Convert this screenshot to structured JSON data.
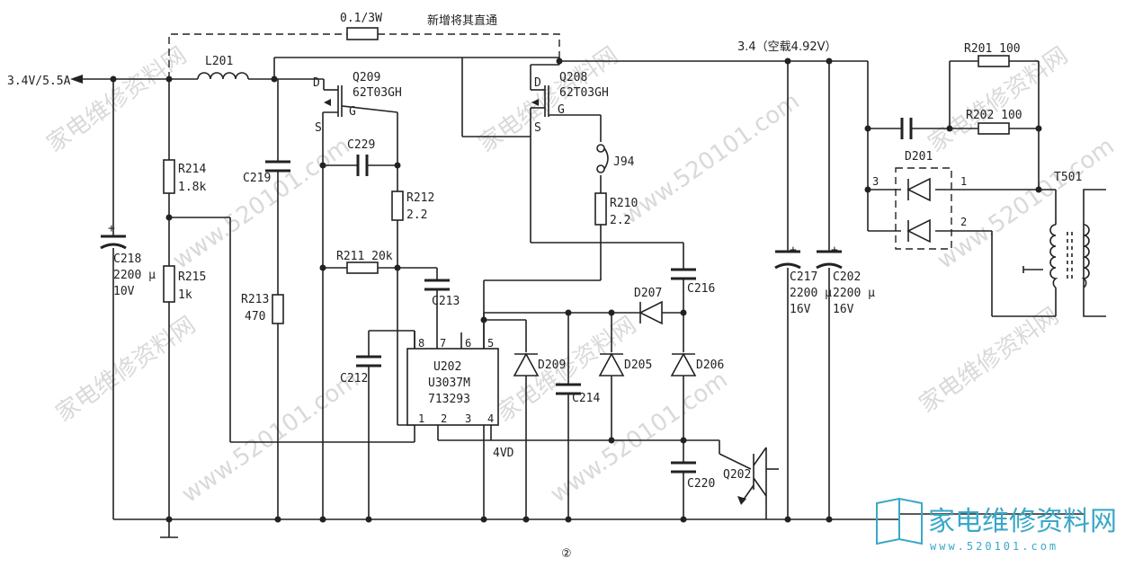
{
  "diagram": {
    "watermark_text": "www.520101.com",
    "watermark_text_cn": "家电维修资料网",
    "brand_name": "家电维修资料网",
    "brand_url": "www.520101.com",
    "figure_number": "②",
    "output_label": "3.4V/5.5A",
    "bypass_resistor": "0.1/3W",
    "bypass_note": "新增将其直通",
    "rail_label": "3.4（空载4.92V）",
    "vd_label": "4VD",
    "components": {
      "L201": "L201",
      "Q209": "Q209",
      "Q209_part": "62T03GH",
      "Q208": "Q208",
      "Q208_part": "62T03GH",
      "D": "D",
      "S": "S",
      "G": "G",
      "R214": "R214",
      "R214_val": "1.8k",
      "R215": "R215",
      "R215_val": "1k",
      "C218": "C218",
      "C218_val": "2200 μ",
      "C218_v": "10V",
      "C219": "C219",
      "C229": "C229",
      "R212": "R212",
      "R212_val": "2.2",
      "R213": "R213",
      "R213_val": "470",
      "R211": "R211  20k",
      "C213": "C213",
      "C212": "C212",
      "J94": "J94",
      "R210": "R210",
      "R210_val": "2.2",
      "C216": "C216",
      "D207": "D207",
      "D209": "D209",
      "D205": "D205",
      "D206": "D206",
      "C214": "C214",
      "C220": "C220",
      "Q202": "Q202",
      "C217": "C217",
      "C217_val": "2200 μ",
      "C217_v": "16V",
      "C202": "C202",
      "C202_val": "2200 μ",
      "C202_v": "16V",
      "R201": "R201  100",
      "R202": "R202  100",
      "D201": "D201",
      "T501": "T501",
      "U202_name": "U202",
      "U202_part": "U3037M",
      "U202_code": "713293",
      "pins": [
        "8",
        "7",
        "6",
        "5",
        "1",
        "2",
        "3",
        "4"
      ],
      "D201_pins": [
        "3",
        "1",
        "2"
      ]
    }
  }
}
